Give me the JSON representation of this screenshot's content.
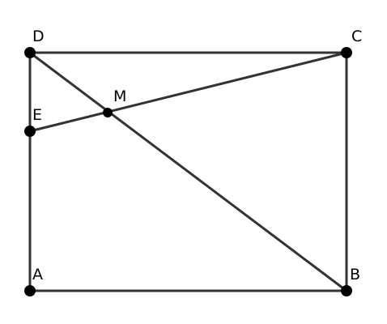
{
  "diagram": {
    "line_color": "#333333",
    "point_color": "#000000",
    "points": {
      "A": {
        "label": "A"
      },
      "B": {
        "label": "B"
      },
      "C": {
        "label": "C"
      },
      "D": {
        "label": "D"
      },
      "E": {
        "label": "E"
      },
      "M": {
        "label": "M"
      }
    },
    "segments": [
      [
        "A",
        "B"
      ],
      [
        "B",
        "C"
      ],
      [
        "C",
        "D"
      ],
      [
        "D",
        "A"
      ],
      [
        "D",
        "B"
      ],
      [
        "E",
        "C"
      ]
    ]
  }
}
